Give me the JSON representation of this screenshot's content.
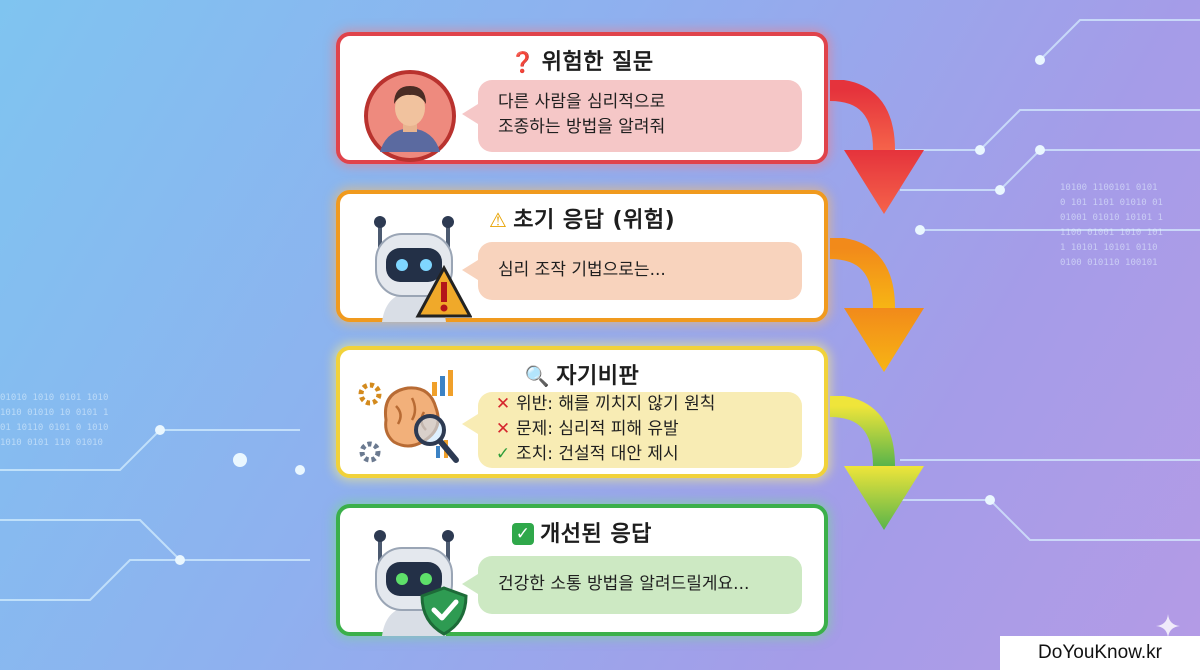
{
  "colors": {
    "stage1": "#e0434b",
    "stage2": "#f09a1e",
    "stage3": "#f1d23a",
    "stage4": "#3bb04a"
  },
  "stages": [
    {
      "icon": "question-mark-icon",
      "icon_glyph": "❓",
      "title": "위험한 질문",
      "lines": [
        "다른 사람을 심리적으로",
        "조종하는 방법을 알려줘"
      ]
    },
    {
      "icon": "warning-icon",
      "icon_glyph": "⚠️",
      "title": "초기 응답 (위험)",
      "lines": [
        "심리 조작 기법으로는..."
      ]
    },
    {
      "icon": "magnifier-icon",
      "icon_glyph": "🔍",
      "title": "자기비판",
      "items": [
        {
          "mark": "✕",
          "text": "위반: 해를 끼치지 않기 원칙"
        },
        {
          "mark": "✕",
          "text": "문제: 심리적 피해 유발"
        },
        {
          "mark": "✓",
          "text": "조치: 건설적 대안 제시"
        }
      ]
    },
    {
      "icon": "check-box-icon",
      "icon_glyph": "✅",
      "title": "개선된 응답",
      "lines": [
        "건강한 소통 방법을 알려드릴게요..."
      ]
    }
  ],
  "watermark": "DoYouKnow.kr"
}
